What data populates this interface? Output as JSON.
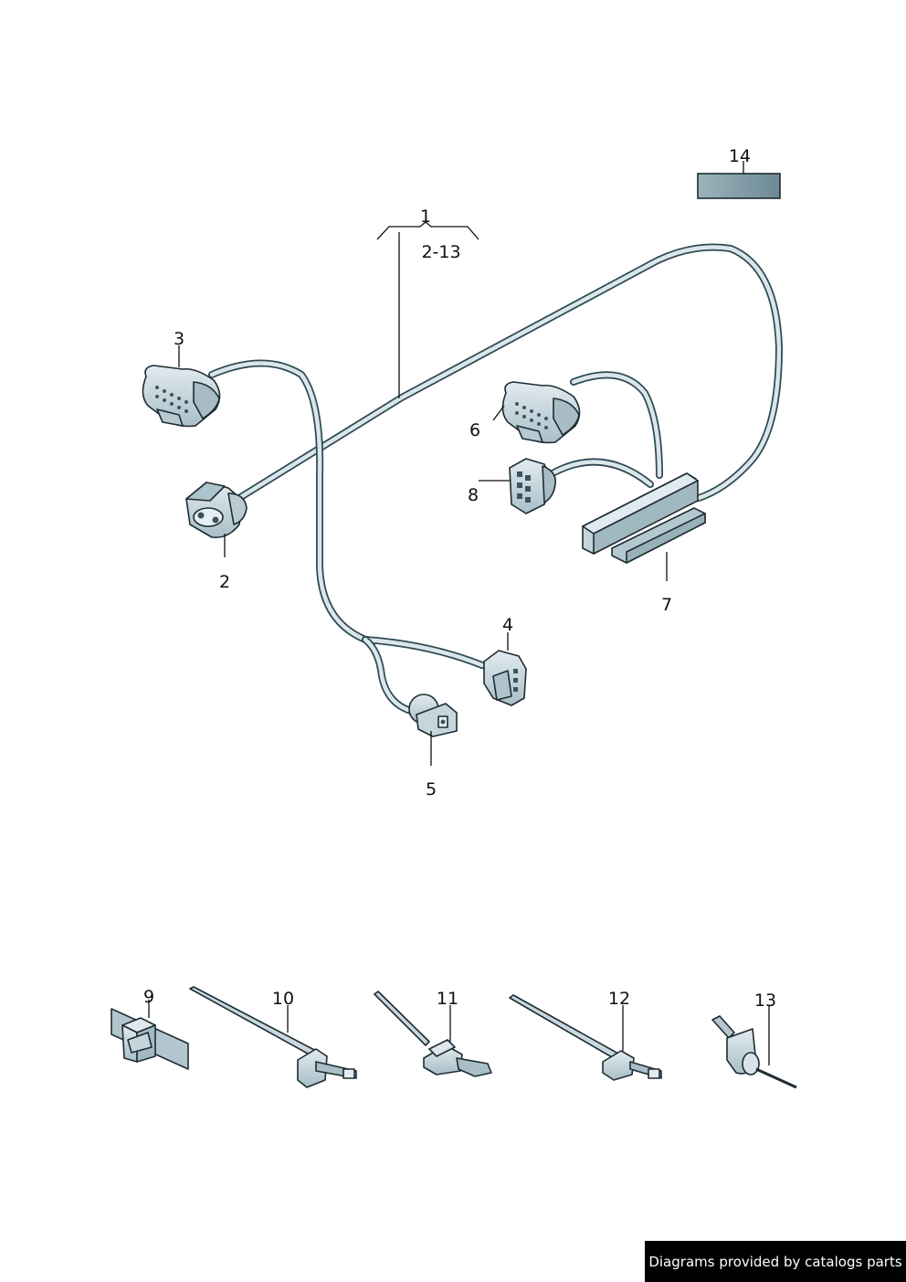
{
  "callouts": {
    "c1": "1",
    "c1_range": "2-13",
    "c2": "2",
    "c3": "3",
    "c4": "4",
    "c5": "5",
    "c6": "6",
    "c7": "7",
    "c8": "8",
    "c9": "9",
    "c10": "10",
    "c11": "11",
    "c12": "12",
    "c13": "13",
    "c14": "14"
  },
  "footer": {
    "text": "Diagrams provided by catalogs parts"
  },
  "colors": {
    "wire_outline": "#2e4a55",
    "wire_fill": "#dbe6ea",
    "part_fill": "#c9d8de",
    "part_shade": "#9fb6bf",
    "part_dark": "#6f8b96",
    "label_strip": "#7f9aa5",
    "footer_bg": "#000000",
    "footer_text": "#ffffff"
  }
}
